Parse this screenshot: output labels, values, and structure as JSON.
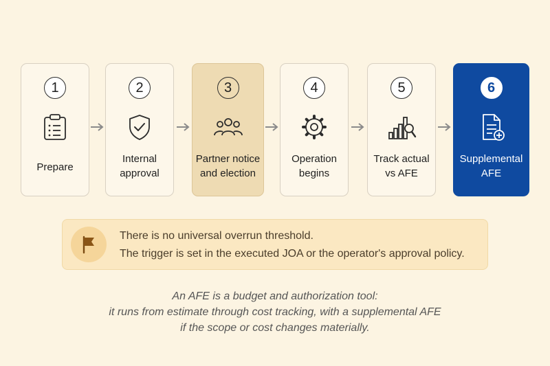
{
  "steps": [
    {
      "number": "1",
      "label_lines": [
        "Prepare"
      ],
      "icon": "clipboard-icon"
    },
    {
      "number": "2",
      "label_lines": [
        "Internal",
        "approval"
      ],
      "icon": "shield-check-icon"
    },
    {
      "number": "3",
      "label_lines": [
        "Partner notice",
        "and election"
      ],
      "icon": "people-icon"
    },
    {
      "number": "4",
      "label_lines": [
        "Operation",
        "begins"
      ],
      "icon": "gear-icon"
    },
    {
      "number": "5",
      "label_lines": [
        "Track actual",
        "vs AFE"
      ],
      "icon": "chart-magnifier-icon"
    },
    {
      "number": "6",
      "label_lines": [
        "Supplemental",
        "AFE"
      ],
      "icon": "document-plus-icon"
    }
  ],
  "note": {
    "line1": "There is no universal overrun threshold.",
    "line2": "The trigger is set in the executed JOA or the operator's approval policy.",
    "icon": "flag-icon"
  },
  "caption": {
    "line1": "An AFE is a budget and authorization tool:",
    "line2": "it runs from estimate through cost tracking, with a supplemental AFE",
    "line3": "if the scope or cost changes materially."
  },
  "colors": {
    "background": "#fcf4e2",
    "highlight_step": "#eedbb3",
    "active_step": "#0f4aa0",
    "note_background": "#fbe8c2"
  }
}
